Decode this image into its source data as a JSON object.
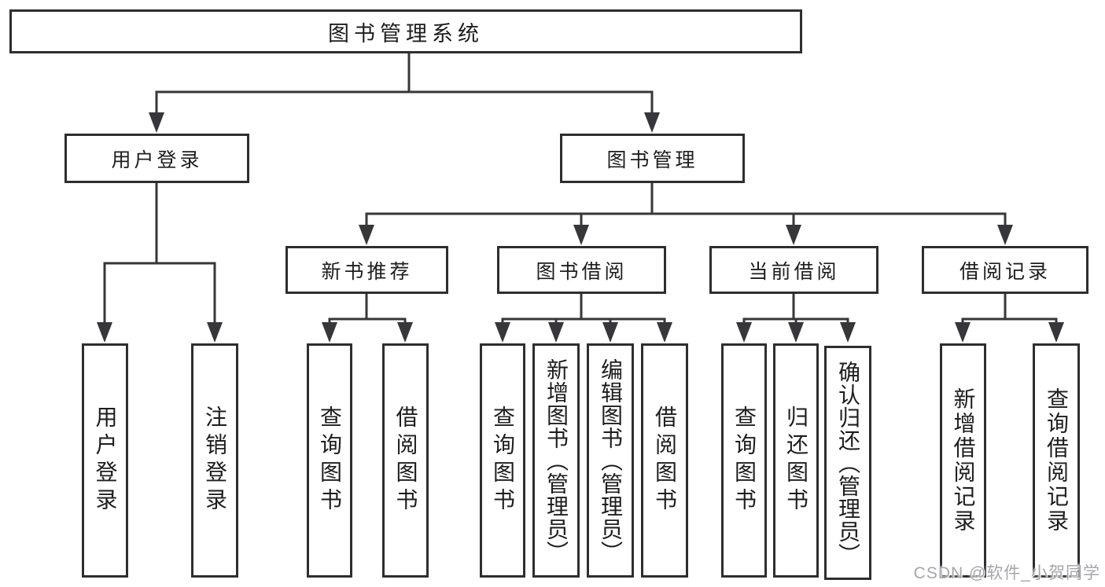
{
  "diagram": {
    "title": "图书管理系统",
    "root": {
      "label": "图书管理系统"
    },
    "branches": [
      {
        "label": "用户登录",
        "children": [
          {
            "label": "用户登录"
          },
          {
            "label": "注销登录"
          }
        ]
      },
      {
        "label": "图书管理",
        "children": [
          {
            "label": "新书推荐",
            "children": [
              {
                "label": "查询图书"
              },
              {
                "label": "借阅图书"
              }
            ]
          },
          {
            "label": "图书借阅",
            "children": [
              {
                "label": "查询图书"
              },
              {
                "label": "新增图书（管理员）"
              },
              {
                "label": "编辑图书（管理员）"
              },
              {
                "label": "借阅图书"
              }
            ]
          },
          {
            "label": "当前借阅",
            "children": [
              {
                "label": "查询图书"
              },
              {
                "label": "归还图书"
              },
              {
                "label": "确认归还（管理员）"
              }
            ]
          },
          {
            "label": "借阅记录",
            "children": [
              {
                "label": "新增借阅记录"
              },
              {
                "label": "查询借阅记录"
              }
            ]
          }
        ]
      }
    ]
  },
  "watermark": {
    "text": "CSDN @软件_小贺同学"
  },
  "colors": {
    "line": "#37373a",
    "box_border": "#2e2e30",
    "text": "#1d1d1f",
    "background": "#ffffff",
    "watermark": "#a6a6ab"
  }
}
